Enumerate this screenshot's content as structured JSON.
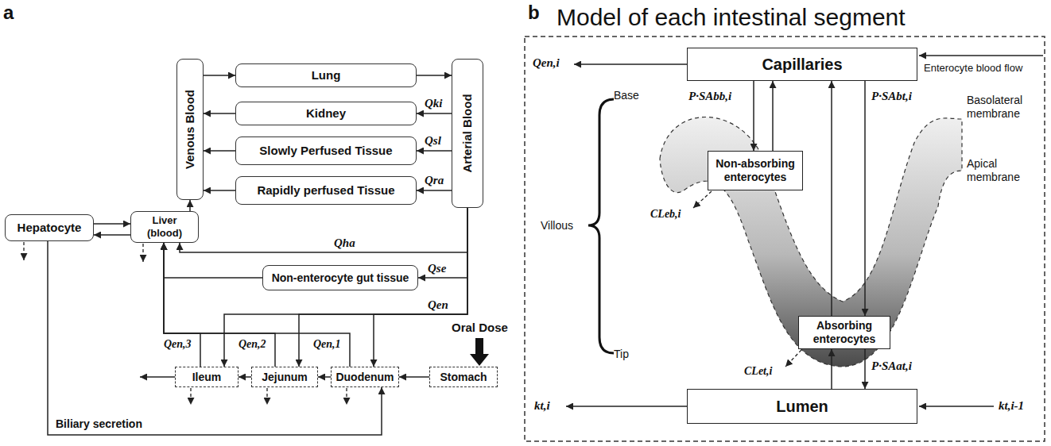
{
  "diagram": {
    "nodes": [
      {
        "text": [
          "Venous Blood"
        ]
      },
      {
        "text": [
          "Lung"
        ]
      },
      {
        "text": [
          "Arterial Blood"
        ]
      },
      {
        "text": [
          "Kidney"
        ]
      },
      {
        "text": [
          "Slowly Perfused Tissue"
        ]
      },
      {
        "text": [
          "Rapidly perfused Tissue"
        ]
      },
      {
        "text": [
          "Hepatocyte"
        ]
      },
      {
        "text": [
          "Liver (blood)"
        ]
      },
      {
        "text": [
          "Non-enterocyte gut tissue"
        ]
      },
      {
        "text": [
          "Ileum"
        ]
      },
      {
        "text": [
          "Jejunum"
        ]
      },
      {
        "text": [
          "Duodenum"
        ]
      },
      {
        "text": [
          "Stomach"
        ]
      },
      {
        "text": [
          "Capillaries"
        ]
      },
      {
        "text": [
          "Non-absorbing enterocytes"
        ]
      },
      {
        "text": [
          "Absorbing enterocytes"
        ]
      },
      {
        "text": [
          "Lumen"
        ]
      }
    ],
    "edges": [
      {
        "from": 0,
        "to": 1,
        "arrow": "to"
      },
      {
        "from": 1,
        "to": 2,
        "arrow": "to"
      },
      {
        "from": 2,
        "to": 3,
        "arrow": "to"
      },
      {
        "from": 3,
        "to": 0,
        "arrow": "to"
      },
      {
        "from": 2,
        "to": 4,
        "arrow": "to"
      },
      {
        "from": 4,
        "to": 0,
        "arrow": "to"
      },
      {
        "from": 2,
        "to": 5,
        "arrow": "to"
      },
      {
        "from": 5,
        "to": 0,
        "arrow": "to"
      },
      {
        "from": 7,
        "to": 0,
        "arrow": "to"
      },
      {
        "from": 6,
        "to": 7,
        "arrow": "to"
      },
      {
        "from": 7,
        "to": 6,
        "arrow": "to"
      },
      {
        "from": 2,
        "to": 7,
        "arrow": "to"
      },
      {
        "from": 2,
        "to": 8,
        "arrow": "to"
      },
      {
        "from": 2,
        "to": 11,
        "arrow": "to"
      },
      {
        "from": 2,
        "to": 10,
        "arrow": "to"
      },
      {
        "from": 2,
        "to": 9,
        "arrow": "to"
      },
      {
        "from": 8,
        "to": 7,
        "arrow": "to"
      },
      {
        "from": 11,
        "to": 7,
        "arrow": "to"
      },
      {
        "from": 10,
        "to": 7,
        "arrow": "to"
      },
      {
        "from": 9,
        "to": 7,
        "arrow": "to"
      },
      {
        "from": 12,
        "to": 11,
        "arrow": "to"
      },
      {
        "from": 11,
        "to": 10,
        "arrow": "to"
      },
      {
        "from": 10,
        "to": 9,
        "arrow": "to"
      },
      {
        "from": 6,
        "to": 11,
        "arrow": "to"
      },
      {
        "from": 13,
        "to": 14,
        "arrow": "to"
      },
      {
        "from": 14,
        "to": 13,
        "arrow": "to"
      },
      {
        "from": 15,
        "to": 13,
        "arrow": "to"
      },
      {
        "from": 13,
        "to": 15,
        "arrow": "to"
      },
      {
        "from": 16,
        "to": 15,
        "arrow": "to"
      },
      {
        "from": 15,
        "to": 16,
        "arrow": "to"
      }
    ],
    "labels": [
      "a",
      "Qki",
      "Qsl",
      "Qra",
      "Qha",
      "Qse",
      "Qen",
      "Qen,3",
      "Qen,2",
      "Qen,1",
      "Oral Dose",
      "Biliary secretion",
      "b",
      "Model of each intestinal segment",
      "Qen,i",
      "Enterocyte blood flow",
      "P·SAbb,i",
      "P·SAbt,i",
      "Base",
      "Villous",
      "Basolateral membrane",
      "Apical membrane",
      "Tip",
      "CLeb,i",
      "CLet,i",
      "P·SAat,i",
      "kt,i",
      "kt,i-1"
    ]
  }
}
